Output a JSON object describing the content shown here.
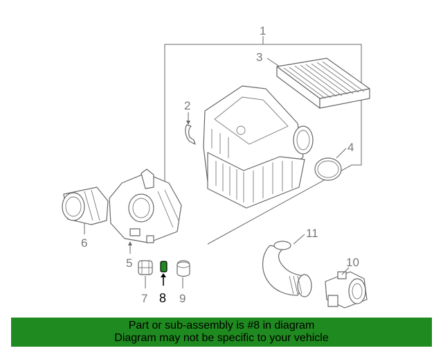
{
  "callouts": {
    "c1": "1",
    "c2": "2",
    "c3": "3",
    "c4": "4",
    "c5": "5",
    "c6": "6",
    "c7": "7",
    "c8": "8",
    "c9": "9",
    "c10": "10",
    "c11": "11"
  },
  "banner": {
    "line1": "Part or sub-assembly is #8 in diagram",
    "line2": "Diagram may not be specific to your vehicle"
  },
  "colors": {
    "banner_bg": "#1f8a1f",
    "highlight_part": "#1f8a1f",
    "line_art": "#666666"
  }
}
